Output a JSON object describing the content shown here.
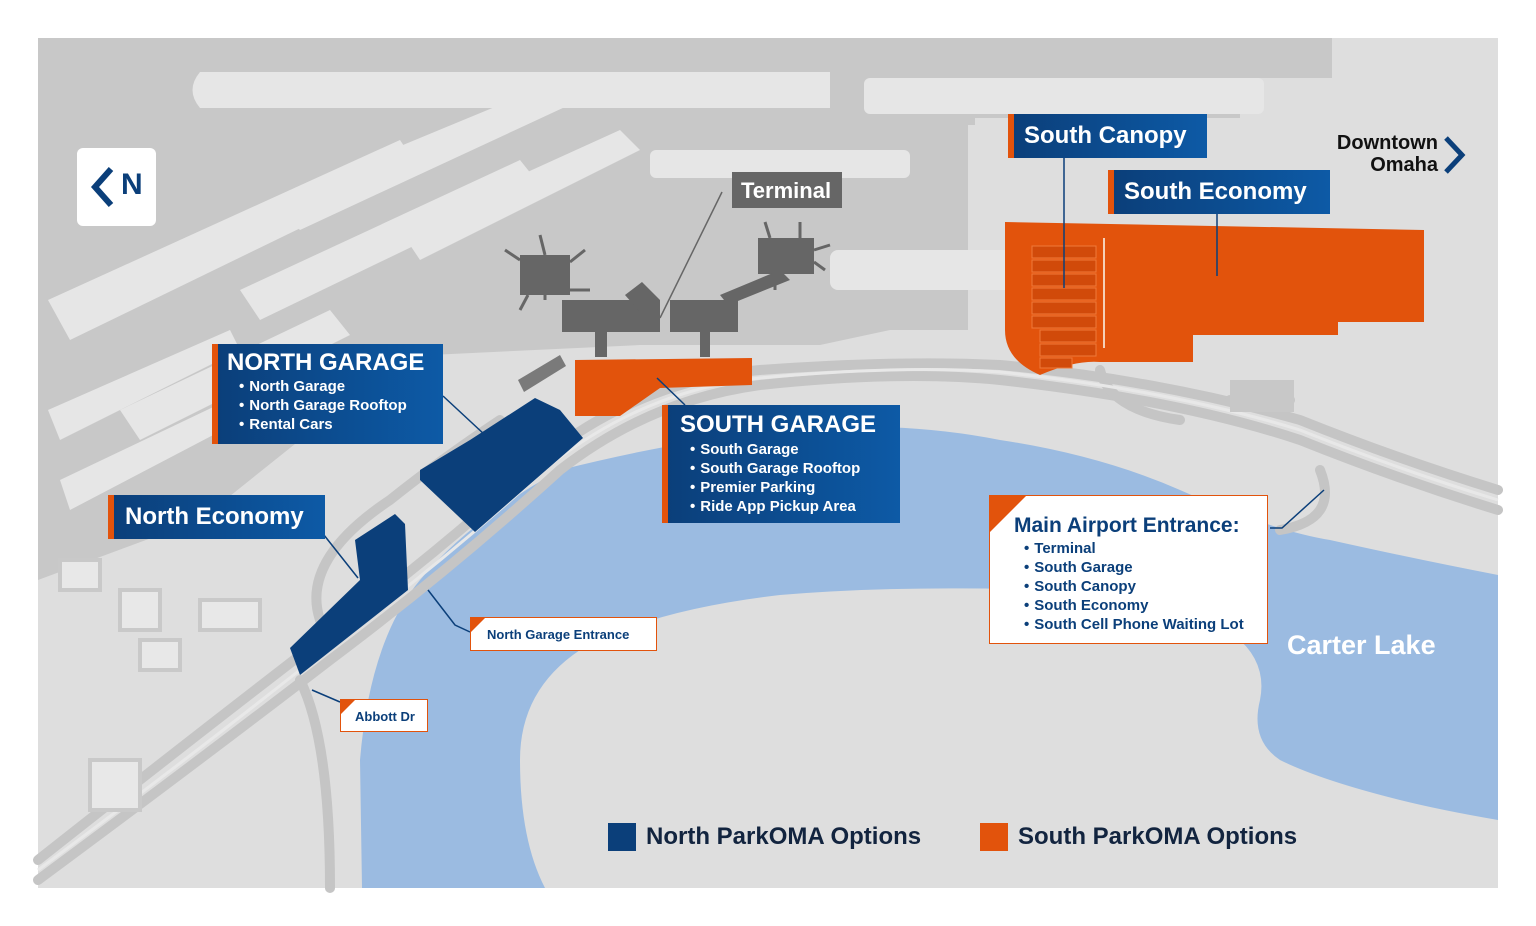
{
  "compass": {
    "letter": "N",
    "icon": "chevron-left-icon"
  },
  "colors": {
    "north": "#0b3f7a",
    "south": "#e2530c",
    "terminal": "#666666",
    "lake": "#9bbbe1",
    "land": "#dedede",
    "road": "#d0d0d0"
  },
  "labels": {
    "terminal": "Terminal",
    "south_canopy": "South Canopy",
    "south_economy": "South Economy",
    "downtown": {
      "line1": "Downtown",
      "line2": "Omaha"
    },
    "north_garage": {
      "title": "NORTH GARAGE",
      "items": [
        "North Garage",
        "North Garage Rooftop",
        "Rental Cars"
      ]
    },
    "south_garage": {
      "title": "SOUTH GARAGE",
      "items": [
        "South Garage",
        "South Garage Rooftop",
        "Premier Parking",
        "Ride App Pickup Area"
      ]
    },
    "north_economy": "North Economy",
    "north_garage_entrance": "North Garage Entrance",
    "abbott_dr": "Abbott Dr",
    "main_entrance": {
      "title": "Main Airport Entrance:",
      "items": [
        "Terminal",
        "South Garage",
        "South Canopy",
        "South Economy",
        "South Cell Phone Waiting Lot"
      ]
    },
    "carter_lake": "Carter Lake"
  },
  "legend": [
    {
      "label": "North ParkOMA Options",
      "color": "#0b3f7a"
    },
    {
      "label": "South ParkOMA Options",
      "color": "#e2530c"
    }
  ]
}
